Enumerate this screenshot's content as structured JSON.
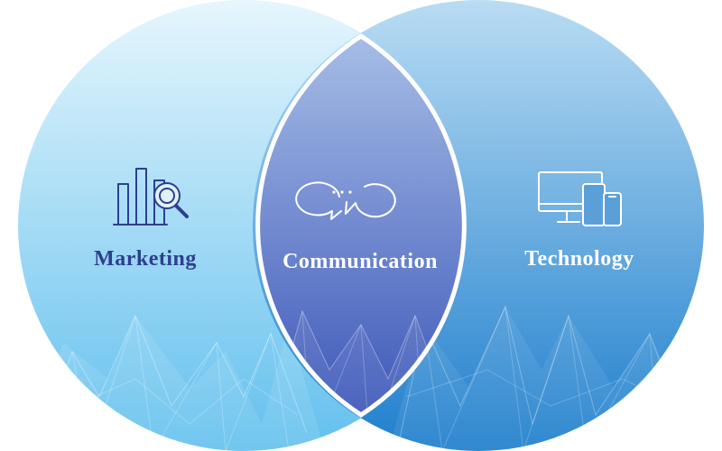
{
  "diagram": {
    "type": "venn",
    "circles": [
      {
        "label": "Marketing",
        "icon": "bar-chart-magnifier-icon",
        "label_color": "#2d3f8f",
        "fill_top": "#e6f6fd",
        "fill_bottom": "#62c0ee"
      },
      {
        "label": "Technology",
        "icon": "devices-icon",
        "label_color": "#ffffff",
        "fill_top": "#b9dcf3",
        "fill_bottom": "#1f7fcd"
      }
    ],
    "intersection": {
      "label": "Communication",
      "icon": "chat-bubbles-icon",
      "label_color": "#ffffff",
      "fill_top": "#a6bde6",
      "fill_bottom": "#3e58b9"
    }
  }
}
